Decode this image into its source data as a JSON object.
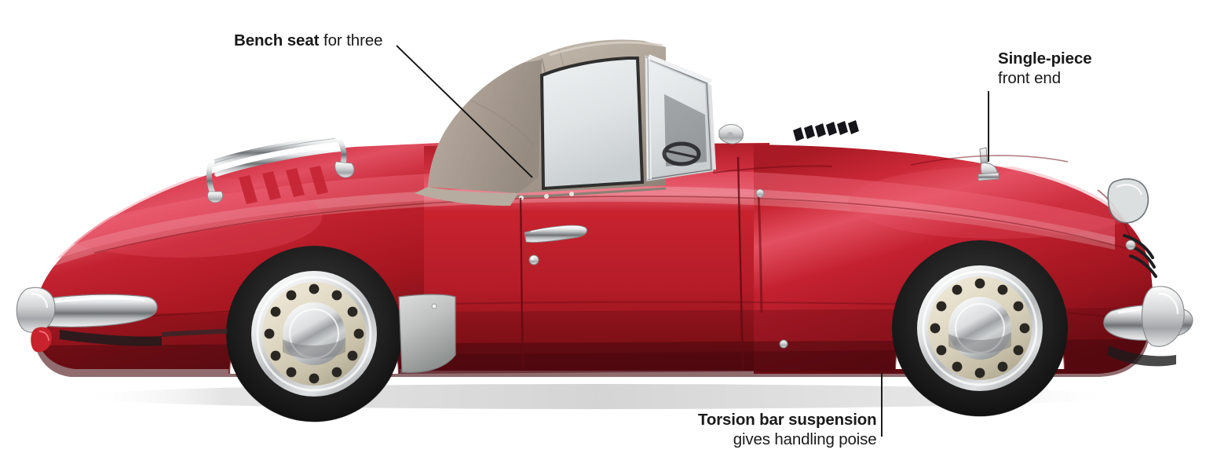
{
  "figure": {
    "subject": "classic red convertible sports car, side profile, facing right",
    "background_color": "#ffffff",
    "callouts": [
      {
        "id": "bench-seat",
        "lead": "Bench seat",
        "tail": " for three",
        "lines": 1,
        "align": "left",
        "leader": "diagonal line from text down-right to the folded soft-top / cabin"
      },
      {
        "id": "single-piece",
        "lead": "Single-piece",
        "tail": "front end",
        "lines": 2,
        "align": "left",
        "leader": "vertical line from text down to the bonnet catch"
      },
      {
        "id": "torsion-bar",
        "lead": "Torsion bar suspension",
        "tail": "gives handling poise",
        "lines": 2,
        "align": "right",
        "leader": "vertical line at right of text rising to the front wheel arch"
      }
    ],
    "colors": {
      "body_red": "#b8202c",
      "body_red_dark": "#7e1019",
      "body_red_light": "#d8374a",
      "body_red_highlight": "#e8566a",
      "soft_top_tan": "#b0a498",
      "soft_top_tan_dark": "#8d8176",
      "soft_top_tan_light": "#c8bfb4",
      "chrome_light": "#f2f2f0",
      "chrome_mid": "#c9cacb",
      "chrome_dark": "#8c8e90",
      "tyre_black": "#1a1a1a",
      "tyre_black_light": "#3a3a3a",
      "wheel_cream": "#ded7c2",
      "glass_grey": "#dfe2e3",
      "text_black": "#1a1a1a",
      "leader_line": "#111111"
    },
    "parts": [
      "rear chrome bumper with overrider",
      "rear tail lamp",
      "chrome luggage rack on boot lid",
      "tan folded convertible soft top",
      "side window and quarter vent window",
      "chrome windscreen frame",
      "chrome door handle",
      "door lock button",
      "bonnet side louvres",
      "chrome bonnet catch",
      "rear wheel with chrome rim and cream disc",
      "front wheel with chrome rim and cream disc",
      "chrome sill stone guard",
      "front chrome bumper and headlamp"
    ]
  }
}
